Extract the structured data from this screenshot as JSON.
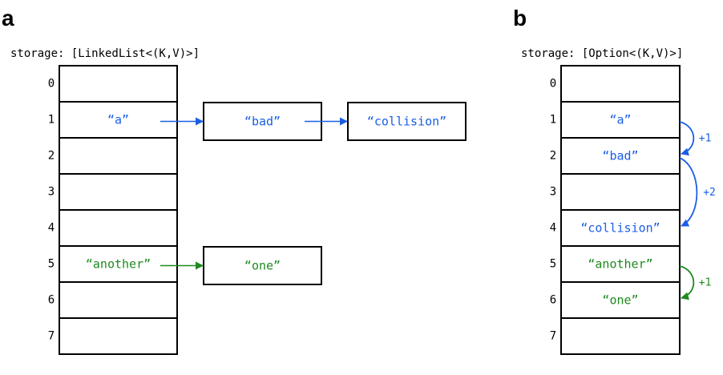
{
  "colors": {
    "blue": "#1a5ee6",
    "green": "#1d8a1d",
    "black": "#000000"
  },
  "panel_a": {
    "label": "a",
    "storage_label": "storage: [LinkedList<(K,V)>]",
    "indices": [
      "0",
      "1",
      "2",
      "3",
      "4",
      "5",
      "6",
      "7"
    ],
    "slots": [
      "",
      "“a”",
      "",
      "",
      "",
      "“another”",
      "",
      ""
    ],
    "slot_colors": [
      "",
      "blue",
      "",
      "",
      "",
      "green",
      "",
      ""
    ],
    "chains": [
      {
        "row": "1",
        "color": "blue",
        "nodes": [
          "“bad”",
          "“collision”"
        ]
      },
      {
        "row": "5",
        "color": "green",
        "nodes": [
          "“one”"
        ]
      }
    ]
  },
  "panel_b": {
    "label": "b",
    "storage_label": "storage: [Option<(K,V)>]",
    "indices": [
      "0",
      "1",
      "2",
      "3",
      "4",
      "5",
      "6",
      "7"
    ],
    "slots": [
      "",
      "“a”",
      "“bad”",
      "",
      "“collision”",
      "“another”",
      "“one”",
      ""
    ],
    "slot_colors": [
      "",
      "blue",
      "blue",
      "",
      "blue",
      "green",
      "green",
      ""
    ],
    "probes": [
      {
        "from": "1",
        "to": "2",
        "label": "+1",
        "color": "blue"
      },
      {
        "from": "2",
        "to": "4",
        "label": "+2",
        "color": "blue"
      },
      {
        "from": "5",
        "to": "6",
        "label": "+1",
        "color": "green"
      }
    ]
  }
}
